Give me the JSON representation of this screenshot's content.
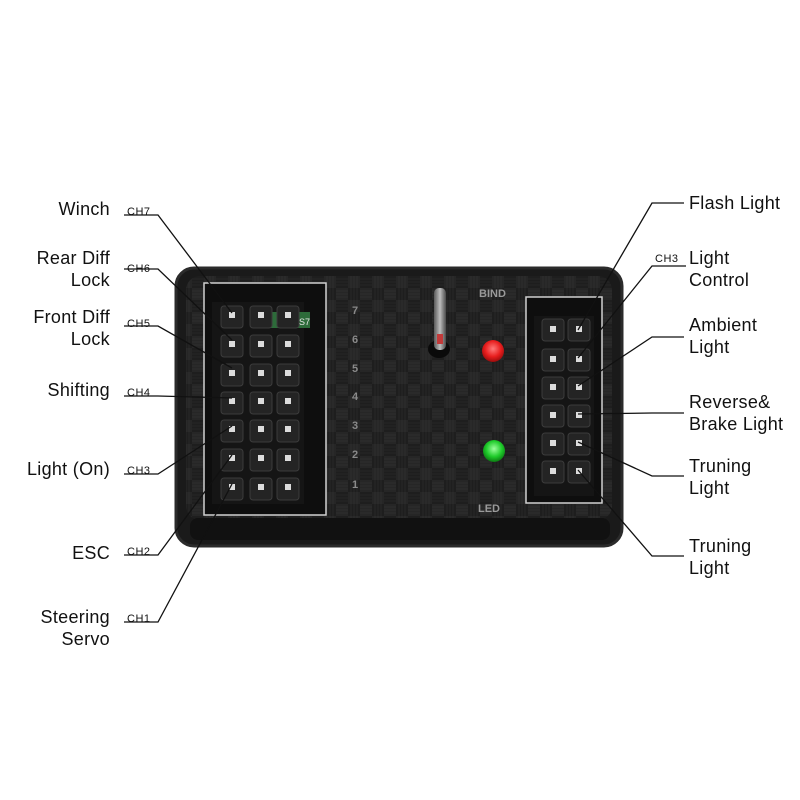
{
  "colors": {
    "case": "#1b1b1b",
    "case_edge": "#3a3a3a",
    "led_red": "#e81e1e",
    "led_green": "#1ecb2a",
    "pin": "#d8d8d8",
    "line": "#111111"
  },
  "case": {
    "bind_label": "BIND",
    "led_label": "LED",
    "channel_numbers": [
      "7",
      "6",
      "5",
      "4",
      "3",
      "2",
      "1"
    ],
    "small_tag": "S7"
  },
  "left_labels": [
    {
      "ch": "CH7",
      "lines": [
        "Winch"
      ]
    },
    {
      "ch": "CH6",
      "lines": [
        "Rear Diff",
        "Lock"
      ]
    },
    {
      "ch": "CH5",
      "lines": [
        "Front Diff",
        "Lock"
      ]
    },
    {
      "ch": "CH4",
      "lines": [
        "Shifting"
      ]
    },
    {
      "ch": "CH3",
      "lines": [
        "Light (On)"
      ]
    },
    {
      "ch": "CH2",
      "lines": [
        "ESC"
      ]
    },
    {
      "ch": "CH1",
      "lines": [
        "Steering",
        "Servo"
      ]
    }
  ],
  "right_labels": [
    {
      "ch": "",
      "lines": [
        "Flash Light"
      ]
    },
    {
      "ch": "CH3",
      "lines": [
        "Light",
        "Control"
      ]
    },
    {
      "ch": "",
      "lines": [
        "Ambient",
        "Light"
      ]
    },
    {
      "ch": "",
      "lines": [
        "Reverse&",
        "Brake Light"
      ]
    },
    {
      "ch": "",
      "lines": [
        "Truning",
        "Light"
      ]
    },
    {
      "ch": "",
      "lines": [
        "Truning",
        "Light"
      ]
    }
  ]
}
